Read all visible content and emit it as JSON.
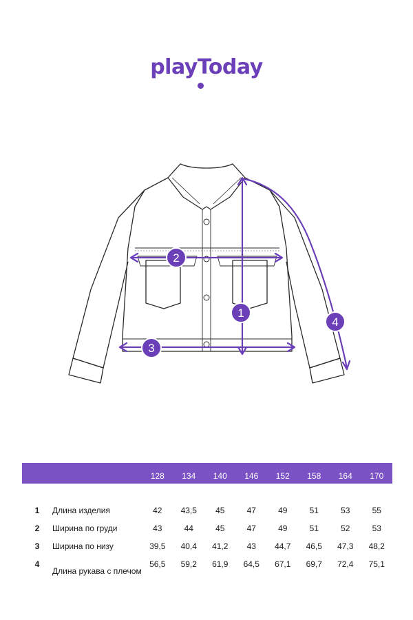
{
  "brand": {
    "logo_text": "playToday",
    "accent_color": "#6b3fb8",
    "header_band_color": "#7a52c4"
  },
  "measurement_markers": [
    "1",
    "2",
    "3",
    "4"
  ],
  "size_table": {
    "sizes": [
      "128",
      "134",
      "140",
      "146",
      "152",
      "158",
      "164",
      "170"
    ],
    "rows": [
      {
        "num": "1",
        "name": "Длина изделия",
        "values": [
          "42",
          "43,5",
          "45",
          "47",
          "49",
          "51",
          "53",
          "55"
        ]
      },
      {
        "num": "2",
        "name": "Ширина по груди",
        "values": [
          "43",
          "44",
          "45",
          "47",
          "49",
          "51",
          "52",
          "53"
        ]
      },
      {
        "num": "3",
        "name": "Ширина по низу",
        "values": [
          "39,5",
          "40,4",
          "41,2",
          "43",
          "44,7",
          "46,5",
          "47,3",
          "48,2"
        ]
      },
      {
        "num": "4",
        "name": "Длина рукава с плечом",
        "values": [
          "56,5",
          "59,2",
          "61,9",
          "64,5",
          "67,1",
          "69,7",
          "72,4",
          "75,1"
        ]
      }
    ]
  }
}
